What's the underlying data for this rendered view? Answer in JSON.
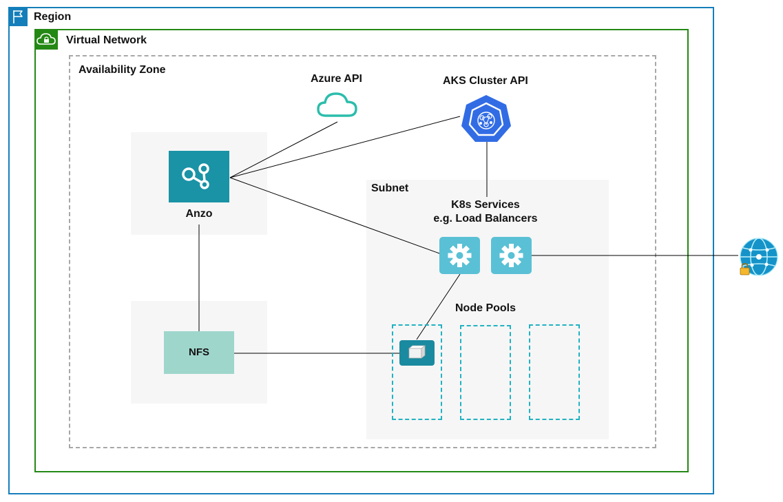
{
  "region": {
    "label": "Region",
    "icon": "flag-icon"
  },
  "virtual_network": {
    "label": "Virtual Network",
    "icon": "cloud-lock-icon"
  },
  "availability_zone": {
    "label": "Availability Zone"
  },
  "azure_api": {
    "label": "Azure API",
    "icon": "cloud-icon"
  },
  "aks_cluster_api": {
    "label": "AKS Cluster API",
    "icon": "kubernetes-icon"
  },
  "anzo": {
    "label": "Anzo",
    "icon": "anzo-graph-icon"
  },
  "nfs": {
    "label": "NFS"
  },
  "subnet": {
    "label": "Subnet",
    "k8s_services_line1": "K8s Services",
    "k8s_services_line2": "e.g. Load Balancers",
    "node_pools_label": "Node Pools"
  },
  "icons": {
    "service_1": "gear-icon",
    "service_2": "gear-icon",
    "node": "cube-icon",
    "internet": "globe-lock-icon"
  },
  "colors": {
    "region_border": "#147eba",
    "vnet_border": "#248814",
    "az_border": "#a7a7a7",
    "anzo_tile": "#1a93a6",
    "nfs_box": "#9ed6cc",
    "service_tile": "#5ac0d5",
    "pool_border": "#20b2c2",
    "aks_blue": "#326ce5"
  }
}
